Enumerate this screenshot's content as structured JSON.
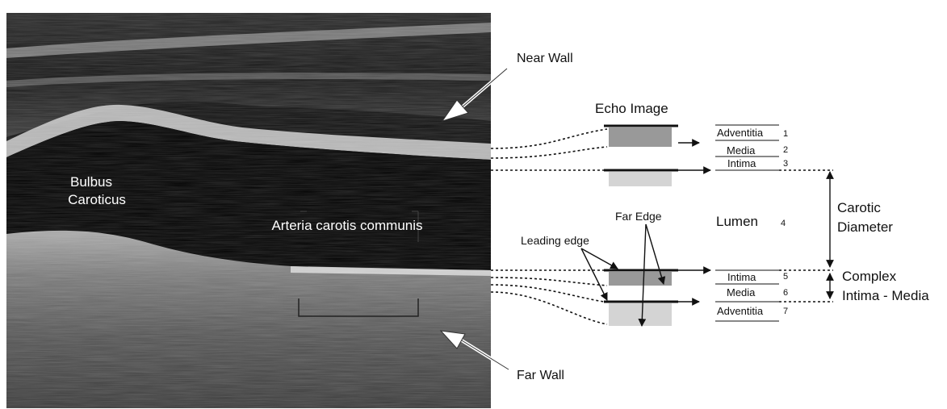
{
  "ultrasound": {
    "bulbus_line1": "Bulbus",
    "bulbus_line2": "Caroticus",
    "arteria": "Arteria carotis communis"
  },
  "callouts": {
    "near_wall": "Near Wall",
    "far_wall": "Far Wall"
  },
  "schematic": {
    "echo_image": "Echo Image",
    "far_edge": "Far Edge",
    "leading_edge": "Leading edge",
    "lumen": "Lumen",
    "lumen_num": "4",
    "carotid_line1": "Carotic",
    "carotid_line2": "Diameter",
    "complex_line1": "Complex",
    "complex_line2": "Intima - Media",
    "near_layers": [
      {
        "name": "Adventitia",
        "num": "1"
      },
      {
        "name": "Media",
        "num": "2"
      },
      {
        "name": "Intima",
        "num": "3"
      }
    ],
    "far_layers": [
      {
        "name": "Intima",
        "num": "5"
      },
      {
        "name": "Media",
        "num": "6"
      },
      {
        "name": "Adventitia",
        "num": "7"
      }
    ]
  },
  "colors": {
    "background": "#ffffff",
    "ink": "#111111",
    "echo_gray_dark": "#999999",
    "echo_gray_light": "#d4d4d4"
  }
}
